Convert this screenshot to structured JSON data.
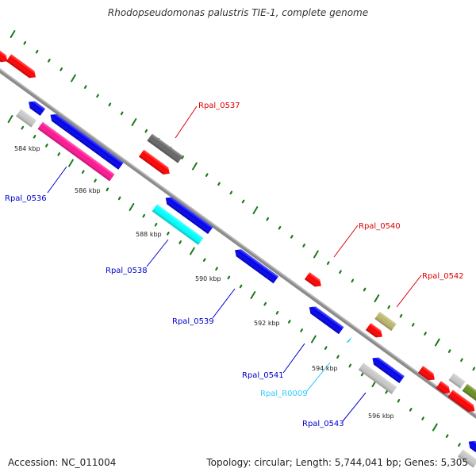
{
  "title": "Rhodopseudomonas palustris TIE-1, complete genome",
  "footer": {
    "accession": "Accession: NC_011004",
    "summary": "Topology: circular; Length: 5,744,041 bp; Genes: 5,305"
  },
  "colors": {
    "backbone": "#8c8c8c",
    "tick": "#1a7a1a",
    "forward_gene_red": "#ff0000",
    "reverse_gene_blue": "#0000ee",
    "rna_cyan": "#00ffff",
    "pink": "#ff1493",
    "gray_dark": "#666666",
    "gray_light": "#c8c8c8",
    "khaki": "#bdb76b",
    "olive": "#6b8e23",
    "label_red": "#dd0000",
    "label_blue": "#0000cc",
    "label_cyan": "#33ccff"
  },
  "scale_labels": [
    {
      "text": "584 kbp",
      "kbp": 584
    },
    {
      "text": "586 kbp",
      "kbp": 586
    },
    {
      "text": "588 kbp",
      "kbp": 588
    },
    {
      "text": "590 kbp",
      "kbp": 590
    },
    {
      "text": "592 kbp",
      "kbp": 592
    },
    {
      "text": "594 kbp",
      "kbp": 594
    },
    {
      "text": "596 kbp",
      "kbp": 596
    }
  ],
  "gene_labels": [
    {
      "text": "Rpal_0536",
      "strand": "reverse",
      "color": "label_blue"
    },
    {
      "text": "Rpal_0537",
      "strand": "forward",
      "color": "label_red"
    },
    {
      "text": "Rpal_0538",
      "strand": "reverse",
      "color": "label_blue"
    },
    {
      "text": "Rpal_0539",
      "strand": "reverse",
      "color": "label_blue"
    },
    {
      "text": "Rpal_0540",
      "strand": "forward",
      "color": "label_red"
    },
    {
      "text": "Rpal_0541",
      "strand": "reverse",
      "color": "label_blue"
    },
    {
      "text": "Rpal_R0009",
      "strand": "reverse",
      "color": "label_cyan"
    },
    {
      "text": "Rpal_0542",
      "strand": "forward",
      "color": "label_red"
    },
    {
      "text": "Rpal_0543",
      "strand": "reverse",
      "color": "label_blue"
    }
  ]
}
